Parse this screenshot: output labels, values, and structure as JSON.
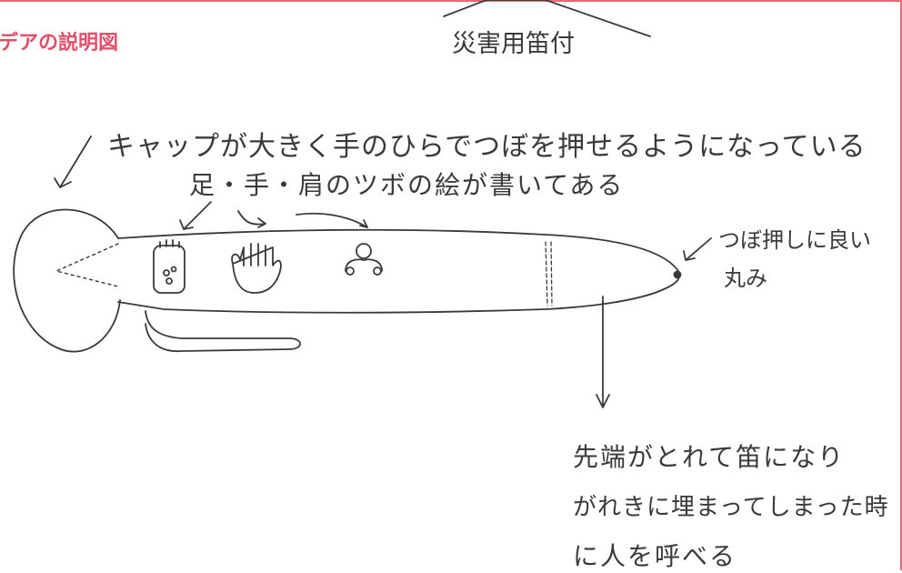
{
  "heading": "デアの説明図",
  "title": "災害用笛付",
  "annotations": {
    "cap": "キャップが大きく手のひらでつぼを押せるようになっている",
    "tsubo": "足・手・肩のツボの絵が書いてある",
    "tip_line1": "つぼ押しに良い",
    "tip_line2": "丸み",
    "whistle_line1": "先端がとれて笛になり",
    "whistle_line2": "がれきに埋まってしまった時",
    "whistle_line3": "に人を呼べる"
  },
  "colors": {
    "heading": "#e0506a",
    "frame": "#e46a78",
    "ink": "#3a3a3a"
  }
}
